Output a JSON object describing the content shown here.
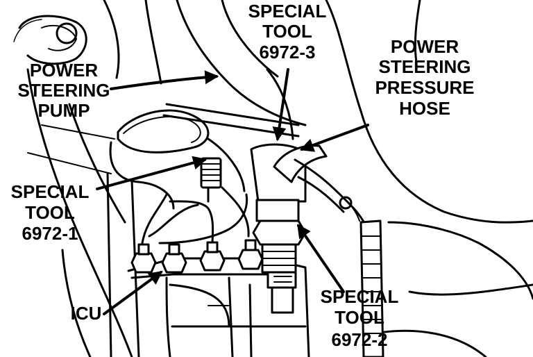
{
  "labels": {
    "power_steering_pump": [
      "POWER",
      "STEERING",
      "PUMP"
    ],
    "special_tool_3": [
      "SPECIAL",
      "TOOL",
      "6972-3"
    ],
    "pressure_hose": [
      "POWER",
      "STEERING",
      "PRESSURE",
      "HOSE"
    ],
    "special_tool_1": [
      "SPECIAL",
      "TOOL",
      "6972-1"
    ],
    "icu": [
      "ICU"
    ],
    "special_tool_2": [
      "SPECIAL",
      "TOOL",
      "6972-2"
    ]
  }
}
